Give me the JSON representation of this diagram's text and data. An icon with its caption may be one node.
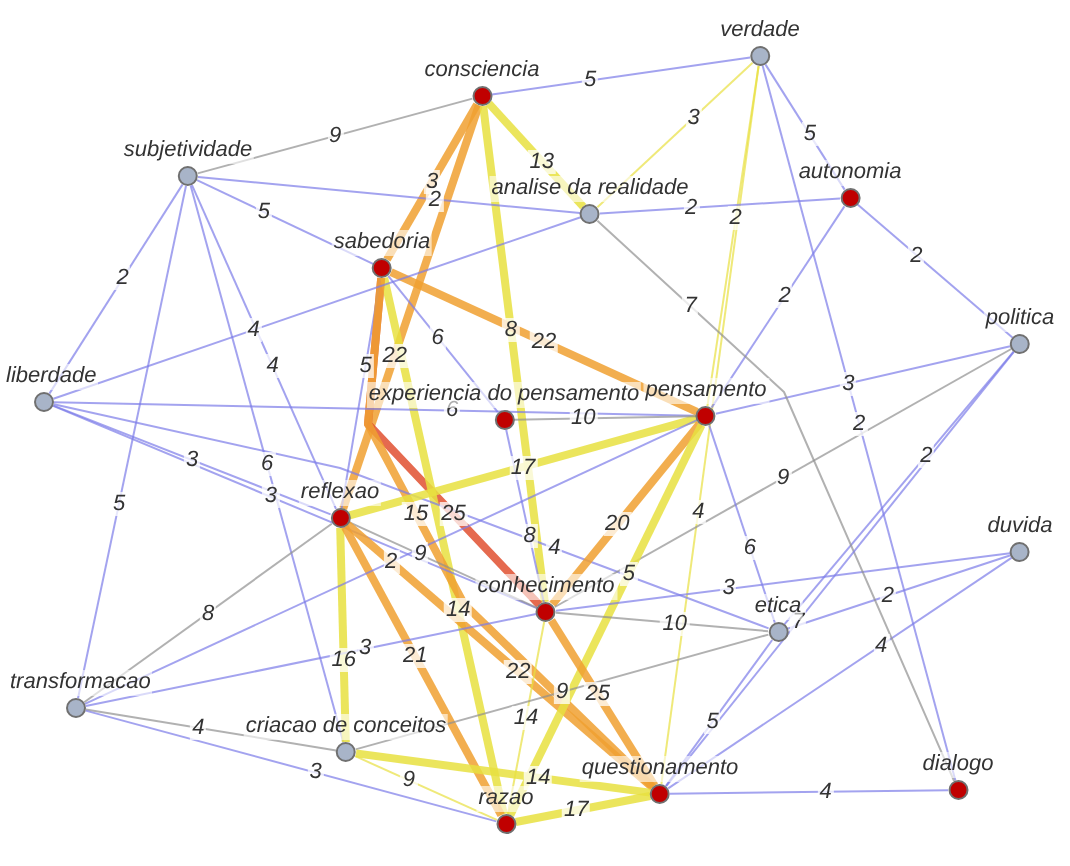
{
  "diagram": {
    "nodes": [
      {
        "text": [
          "consciencia"
        ]
      },
      {
        "text": [
          "verdade"
        ]
      },
      {
        "text": [
          "subjetividade"
        ]
      },
      {
        "text": [
          "autonomia"
        ]
      },
      {
        "text": [
          "analise da realidade"
        ]
      },
      {
        "text": [
          "sabedoria"
        ]
      },
      {
        "text": [
          "politica"
        ]
      },
      {
        "text": [
          "liberdade"
        ]
      },
      {
        "text": [
          "experiencia do pensamento"
        ]
      },
      {
        "text": [
          "pensamento"
        ]
      },
      {
        "text": [
          "reflexao"
        ]
      },
      {
        "text": [
          "duvida"
        ]
      },
      {
        "text": [
          "conhecimento"
        ]
      },
      {
        "text": [
          "etica"
        ]
      },
      {
        "text": [
          "transformacao"
        ]
      },
      {
        "text": [
          "criacao de conceitos"
        ]
      },
      {
        "text": [
          "dialogo"
        ]
      },
      {
        "text": [
          "questionamento"
        ]
      },
      {
        "text": [
          "razao"
        ]
      }
    ],
    "edges": [
      {
        "from": 0,
        "to": 2,
        "arrow": "none",
        "label": "9",
        "color": "#909090"
      },
      {
        "from": 0,
        "to": 1,
        "arrow": "none",
        "label": "5"
      },
      {
        "from": 0,
        "to": 10,
        "arrow": "none",
        "label": "22",
        "style": "thick",
        "color": "#f0a030"
      },
      {
        "from": 0,
        "to": 12,
        "arrow": "none",
        "label": "8",
        "style": "thick",
        "color": "#e8e040"
      },
      {
        "from": 0,
        "to": 4,
        "arrow": "none",
        "label": "13",
        "style": "thick",
        "color": "#e8e040"
      },
      {
        "from": 0,
        "to": 5,
        "arrow": "none",
        "label": "3",
        "style": "thick",
        "color": "#f0a030"
      },
      {
        "from": 2,
        "to": 5,
        "arrow": "none",
        "label": "5"
      },
      {
        "from": 2,
        "to": 4,
        "arrow": "none",
        "label": "2"
      },
      {
        "from": 2,
        "to": 7,
        "arrow": "none",
        "label": "2"
      },
      {
        "from": 2,
        "to": 10,
        "arrow": "none",
        "label": "4"
      },
      {
        "from": 2,
        "to": 15,
        "arrow": "none",
        "label": "6"
      },
      {
        "from": 1,
        "to": 4,
        "arrow": "none",
        "label": "3",
        "color": "#e8e040"
      },
      {
        "from": 1,
        "to": 17,
        "arrow": "none",
        "label": "4",
        "color": "#e8e040"
      },
      {
        "from": 1,
        "to": 9,
        "arrow": "none",
        "label": "2",
        "color": "#e8e040"
      },
      {
        "from": 1,
        "to": 3,
        "arrow": "none",
        "label": "5"
      },
      {
        "from": 1,
        "to": 16,
        "arrow": "none",
        "label": "2"
      },
      {
        "from": 3,
        "to": 6,
        "arrow": "none",
        "label": "2"
      },
      {
        "from": 3,
        "to": 4,
        "arrow": "none",
        "label": "2"
      },
      {
        "from": 3,
        "to": 9,
        "arrow": "none",
        "label": "2"
      },
      {
        "from": 5,
        "to": 12,
        "arrow": "none",
        "label": "25",
        "style": "thick",
        "color": "#e05030"
      },
      {
        "from": 5,
        "to": 9,
        "arrow": "none",
        "label": "22",
        "style": "thick",
        "color": "#f0a030"
      },
      {
        "from": 5,
        "to": 10,
        "arrow": "none",
        "label": "5"
      },
      {
        "from": 5,
        "to": 18,
        "arrow": "none",
        "label": "14",
        "style": "thick",
        "color": "#e8e040"
      },
      {
        "from": 5,
        "to": 8,
        "arrow": "none",
        "label": "6"
      },
      {
        "from": 5,
        "to": 17,
        "arrow": "none",
        "label": "15",
        "style": "thick",
        "color": "#f0a030"
      },
      {
        "from": 7,
        "to": 10,
        "arrow": "none",
        "label": "3"
      },
      {
        "from": 7,
        "to": 4,
        "arrow": "none",
        "label": "4"
      },
      {
        "from": 7,
        "to": 9,
        "arrow": "none",
        "label": "6"
      },
      {
        "from": 7,
        "to": 12,
        "arrow": "none",
        "label": "3"
      },
      {
        "from": 7,
        "to": 13,
        "arrow": "none",
        "label": "4"
      },
      {
        "from": 10,
        "to": 9,
        "arrow": "none",
        "label": "17",
        "style": "thick",
        "color": "#e8e040"
      },
      {
        "from": 10,
        "to": 12,
        "arrow": "none",
        "label": "9",
        "color": "#909090"
      },
      {
        "from": 10,
        "to": 15,
        "arrow": "none",
        "label": "16",
        "style": "thick",
        "color": "#e8e040"
      },
      {
        "from": 10,
        "to": 18,
        "arrow": "none",
        "label": "21",
        "style": "thick",
        "color": "#f0a030"
      },
      {
        "from": 10,
        "to": 17,
        "arrow": "none",
        "label": "22",
        "style": "thick",
        "color": "#f0a030"
      },
      {
        "from": 14,
        "to": 9,
        "arrow": "none",
        "label": "2"
      },
      {
        "from": 8,
        "to": 9,
        "arrow": "none",
        "label": "10",
        "color": "#909090"
      },
      {
        "from": 8,
        "to": 12,
        "arrow": "none",
        "label": "8"
      },
      {
        "from": 9,
        "to": 6,
        "arrow": "none",
        "label": "3"
      },
      {
        "from": 9,
        "to": 12,
        "arrow": "none",
        "label": "20",
        "style": "thick",
        "color": "#f0a030"
      },
      {
        "from": 12,
        "to": 6,
        "arrow": "none",
        "label": "9",
        "color": "#909090"
      },
      {
        "from": 9,
        "to": 18,
        "arrow": "none",
        "label": "5",
        "style": "thick",
        "color": "#e8e040"
      },
      {
        "from": 9,
        "to": 13,
        "arrow": "none",
        "label": "6"
      },
      {
        "from": 12,
        "to": 17,
        "arrow": "none",
        "label": "25",
        "style": "thick",
        "color": "#f0a030"
      },
      {
        "from": 12,
        "to": 13,
        "arrow": "none",
        "label": "10",
        "color": "#909090"
      },
      {
        "from": 12,
        "to": 18,
        "arrow": "none",
        "label": "14",
        "color": "#e8e040"
      },
      {
        "from": 12,
        "to": 14,
        "arrow": "none",
        "label": "3"
      },
      {
        "from": 13,
        "to": 6,
        "arrow": "none",
        "label": "2"
      },
      {
        "from": 13,
        "to": 11,
        "arrow": "none",
        "label": "2"
      },
      {
        "from": 13,
        "to": 17,
        "arrow": "none",
        "label": "5"
      },
      {
        "from": 13,
        "to": 15,
        "arrow": "none",
        "label": "9",
        "color": "#909090"
      },
      {
        "from": 11,
        "to": 17,
        "arrow": "none",
        "label": "4"
      },
      {
        "from": 11,
        "to": 12,
        "arrow": "none",
        "label": "3"
      },
      {
        "from": 14,
        "to": 15,
        "arrow": "none",
        "label": "4",
        "color": "#909090"
      },
      {
        "from": 14,
        "to": 18,
        "arrow": "none",
        "label": "3"
      },
      {
        "from": 14,
        "to": 10,
        "arrow": "none",
        "label": "8",
        "color": "#909090"
      },
      {
        "from": 15,
        "to": 18,
        "arrow": "none",
        "label": "9",
        "color": "#e8e040"
      },
      {
        "from": 15,
        "to": 17,
        "arrow": "none",
        "label": "14",
        "style": "thick",
        "color": "#e8e040"
      },
      {
        "from": 18,
        "to": 17,
        "arrow": "none",
        "label": "17",
        "style": "thick",
        "color": "#e8e040"
      },
      {
        "from": 17,
        "to": 16,
        "arrow": "none",
        "label": "4"
      },
      {
        "from": 16,
        "to": 4,
        "arrow": "none",
        "label": "7",
        "color": "#909090"
      },
      {
        "from": 17,
        "to": 6,
        "arrow": "none",
        "label": "7"
      },
      {
        "from": 2,
        "to": 14,
        "arrow": "none",
        "label": "5"
      }
    ]
  }
}
